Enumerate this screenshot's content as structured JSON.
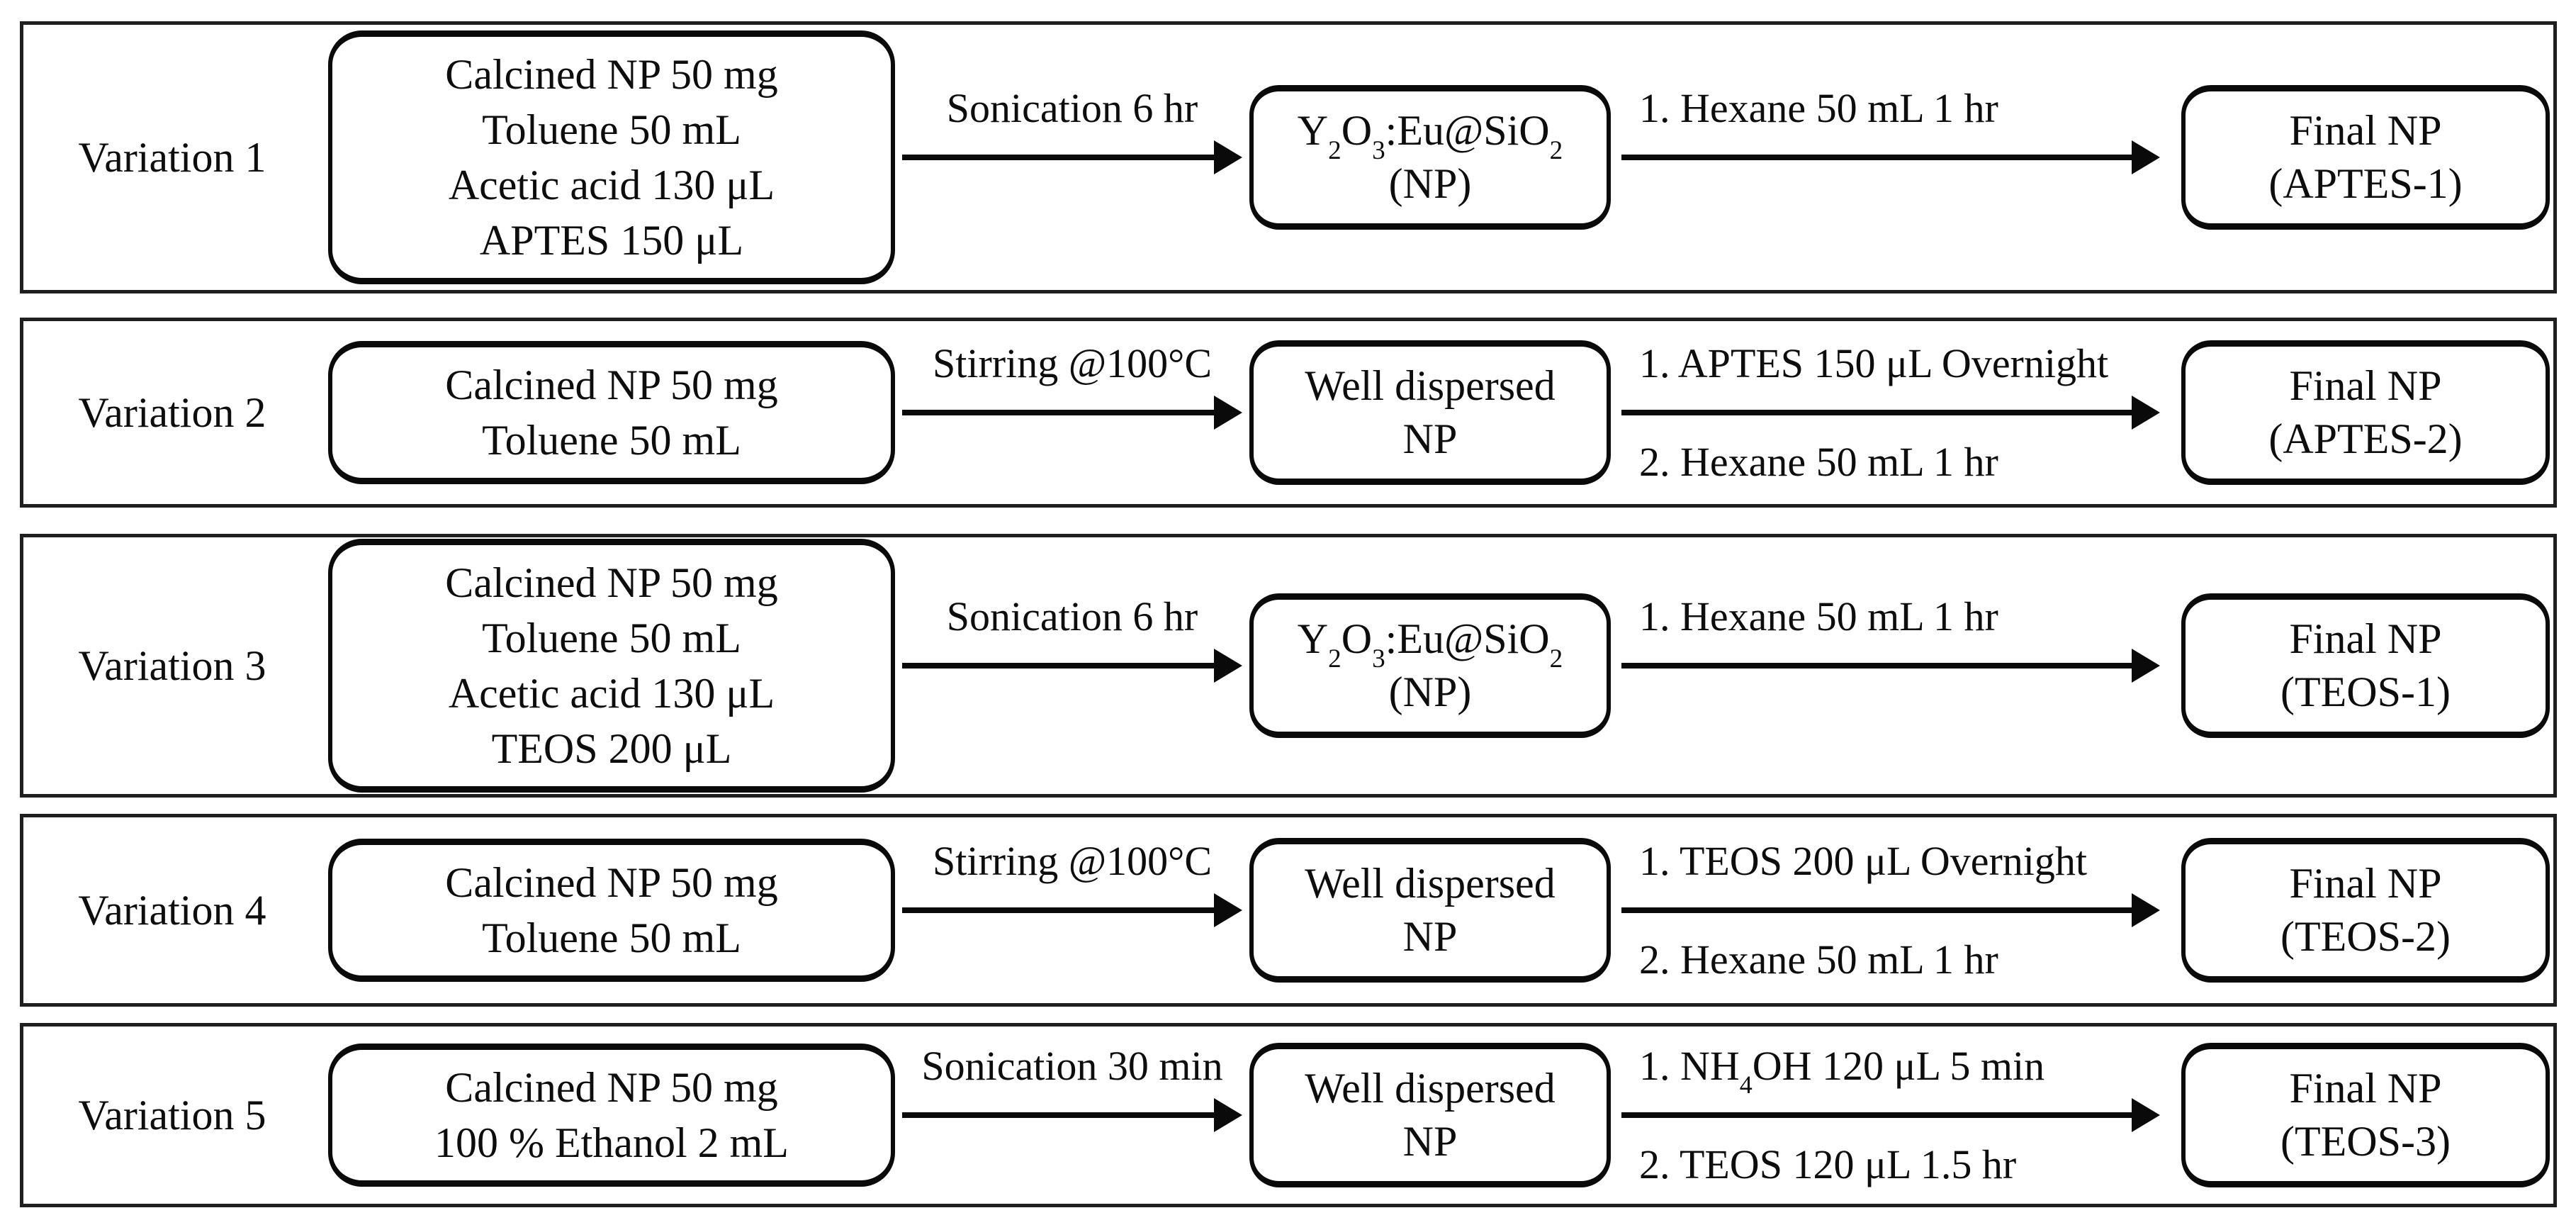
{
  "rows": [
    {
      "variation": "Variation 1",
      "input_lines": [
        "Calcined NP 50 mg",
        "Toluene 50 mL",
        "Acetic acid 130 μL",
        "APTES 150 μL"
      ],
      "step1_label": "Sonication 6 hr",
      "mid_lines": [
        "Y~2~O~3~:Eu@SiO~2~",
        "(NP)"
      ],
      "step2_label_above": "1. Hexane 50 mL 1 hr",
      "step2_label_below": "",
      "final_lines": [
        "Final NP",
        "(APTES-1)"
      ]
    },
    {
      "variation": "Variation 2",
      "input_lines": [
        "Calcined NP 50 mg",
        "Toluene 50 mL"
      ],
      "step1_label": "Stirring @100°C",
      "mid_lines": [
        "Well dispersed",
        "NP"
      ],
      "step2_label_above": "1. APTES 150 μL Overnight",
      "step2_label_below": "2. Hexane 50 mL 1 hr",
      "final_lines": [
        "Final NP",
        "(APTES-2)"
      ]
    },
    {
      "variation": "Variation 3",
      "input_lines": [
        "Calcined NP 50 mg",
        "Toluene 50 mL",
        "Acetic acid 130 μL",
        "TEOS 200 μL"
      ],
      "step1_label": "Sonication 6 hr",
      "mid_lines": [
        "Y~2~O~3~:Eu@SiO~2~",
        "(NP)"
      ],
      "step2_label_above": "1. Hexane 50 mL 1 hr",
      "step2_label_below": "",
      "final_lines": [
        "Final NP",
        "(TEOS-1)"
      ]
    },
    {
      "variation": "Variation 4",
      "input_lines": [
        "Calcined NP 50 mg",
        "Toluene 50 mL"
      ],
      "step1_label": "Stirring @100°C",
      "mid_lines": [
        "Well dispersed",
        "NP"
      ],
      "step2_label_above": "1. TEOS 200 μL Overnight",
      "step2_label_below": "2. Hexane 50 mL 1 hr",
      "final_lines": [
        "Final NP",
        "(TEOS-2)"
      ]
    },
    {
      "variation": "Variation 5",
      "input_lines": [
        "Calcined NP 50 mg",
        "100 % Ethanol 2 mL"
      ],
      "step1_label": "Sonication 30 min",
      "mid_lines": [
        "Well dispersed",
        "NP"
      ],
      "step2_label_above": "1. NH~4~OH 120 μL 5 min",
      "step2_label_below": "2. TEOS 120 μL 1.5 hr",
      "final_lines": [
        "Final NP",
        "(TEOS-3)"
      ]
    }
  ],
  "colors": {
    "line": "#0a0a0a",
    "panel_border": "#1f1f1f",
    "background": "#ffffff"
  }
}
